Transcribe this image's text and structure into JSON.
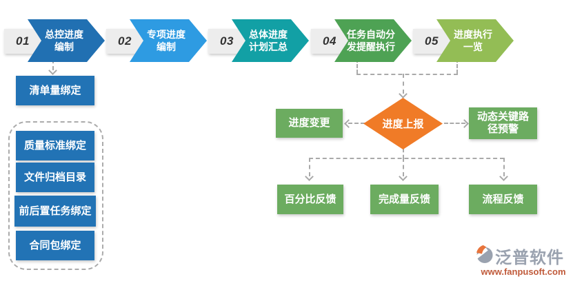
{
  "colors": {
    "step1": "#2170B2",
    "step2": "#2E9BE2",
    "step3": "#12A0A5",
    "step4": "#4EA254",
    "step5": "#93BD55",
    "blue-box": "#2273B5",
    "green-box": "#6CAC60",
    "diamond": "#F07B27",
    "num-box-bg": "#EDEDED",
    "num-text": "#333333",
    "connector": "#A9A9A9",
    "logo-gray": "#9AA2AF",
    "logo-orange": "#C05A3A"
  },
  "steps": [
    {
      "num": "01",
      "line1": "总控进度",
      "line2": "编制"
    },
    {
      "num": "02",
      "line1": "专项进度",
      "line2": "编制"
    },
    {
      "num": "03",
      "line1": "总体进度",
      "line2": "计划汇总"
    },
    {
      "num": "04",
      "line1": "任务自动分",
      "line2": "发提醒执行"
    },
    {
      "num": "05",
      "line1": "进度执行",
      "line2": "一览"
    }
  ],
  "left_column": {
    "top_box": "清单量绑定",
    "group_boxes": [
      "质量标准绑定",
      "文件归档目录",
      "前后置任务绑定",
      "合同包绑定"
    ]
  },
  "middle": {
    "change_box": "进度变更",
    "diamond": "进度上报",
    "warning_line1": "动态关键路",
    "warning_line2": "径预警"
  },
  "feedback_boxes": [
    "百分比反馈",
    "完成量反馈",
    "流程反馈"
  ],
  "logo": {
    "name": "泛普软件",
    "url": "www.fanpusoft.com"
  }
}
